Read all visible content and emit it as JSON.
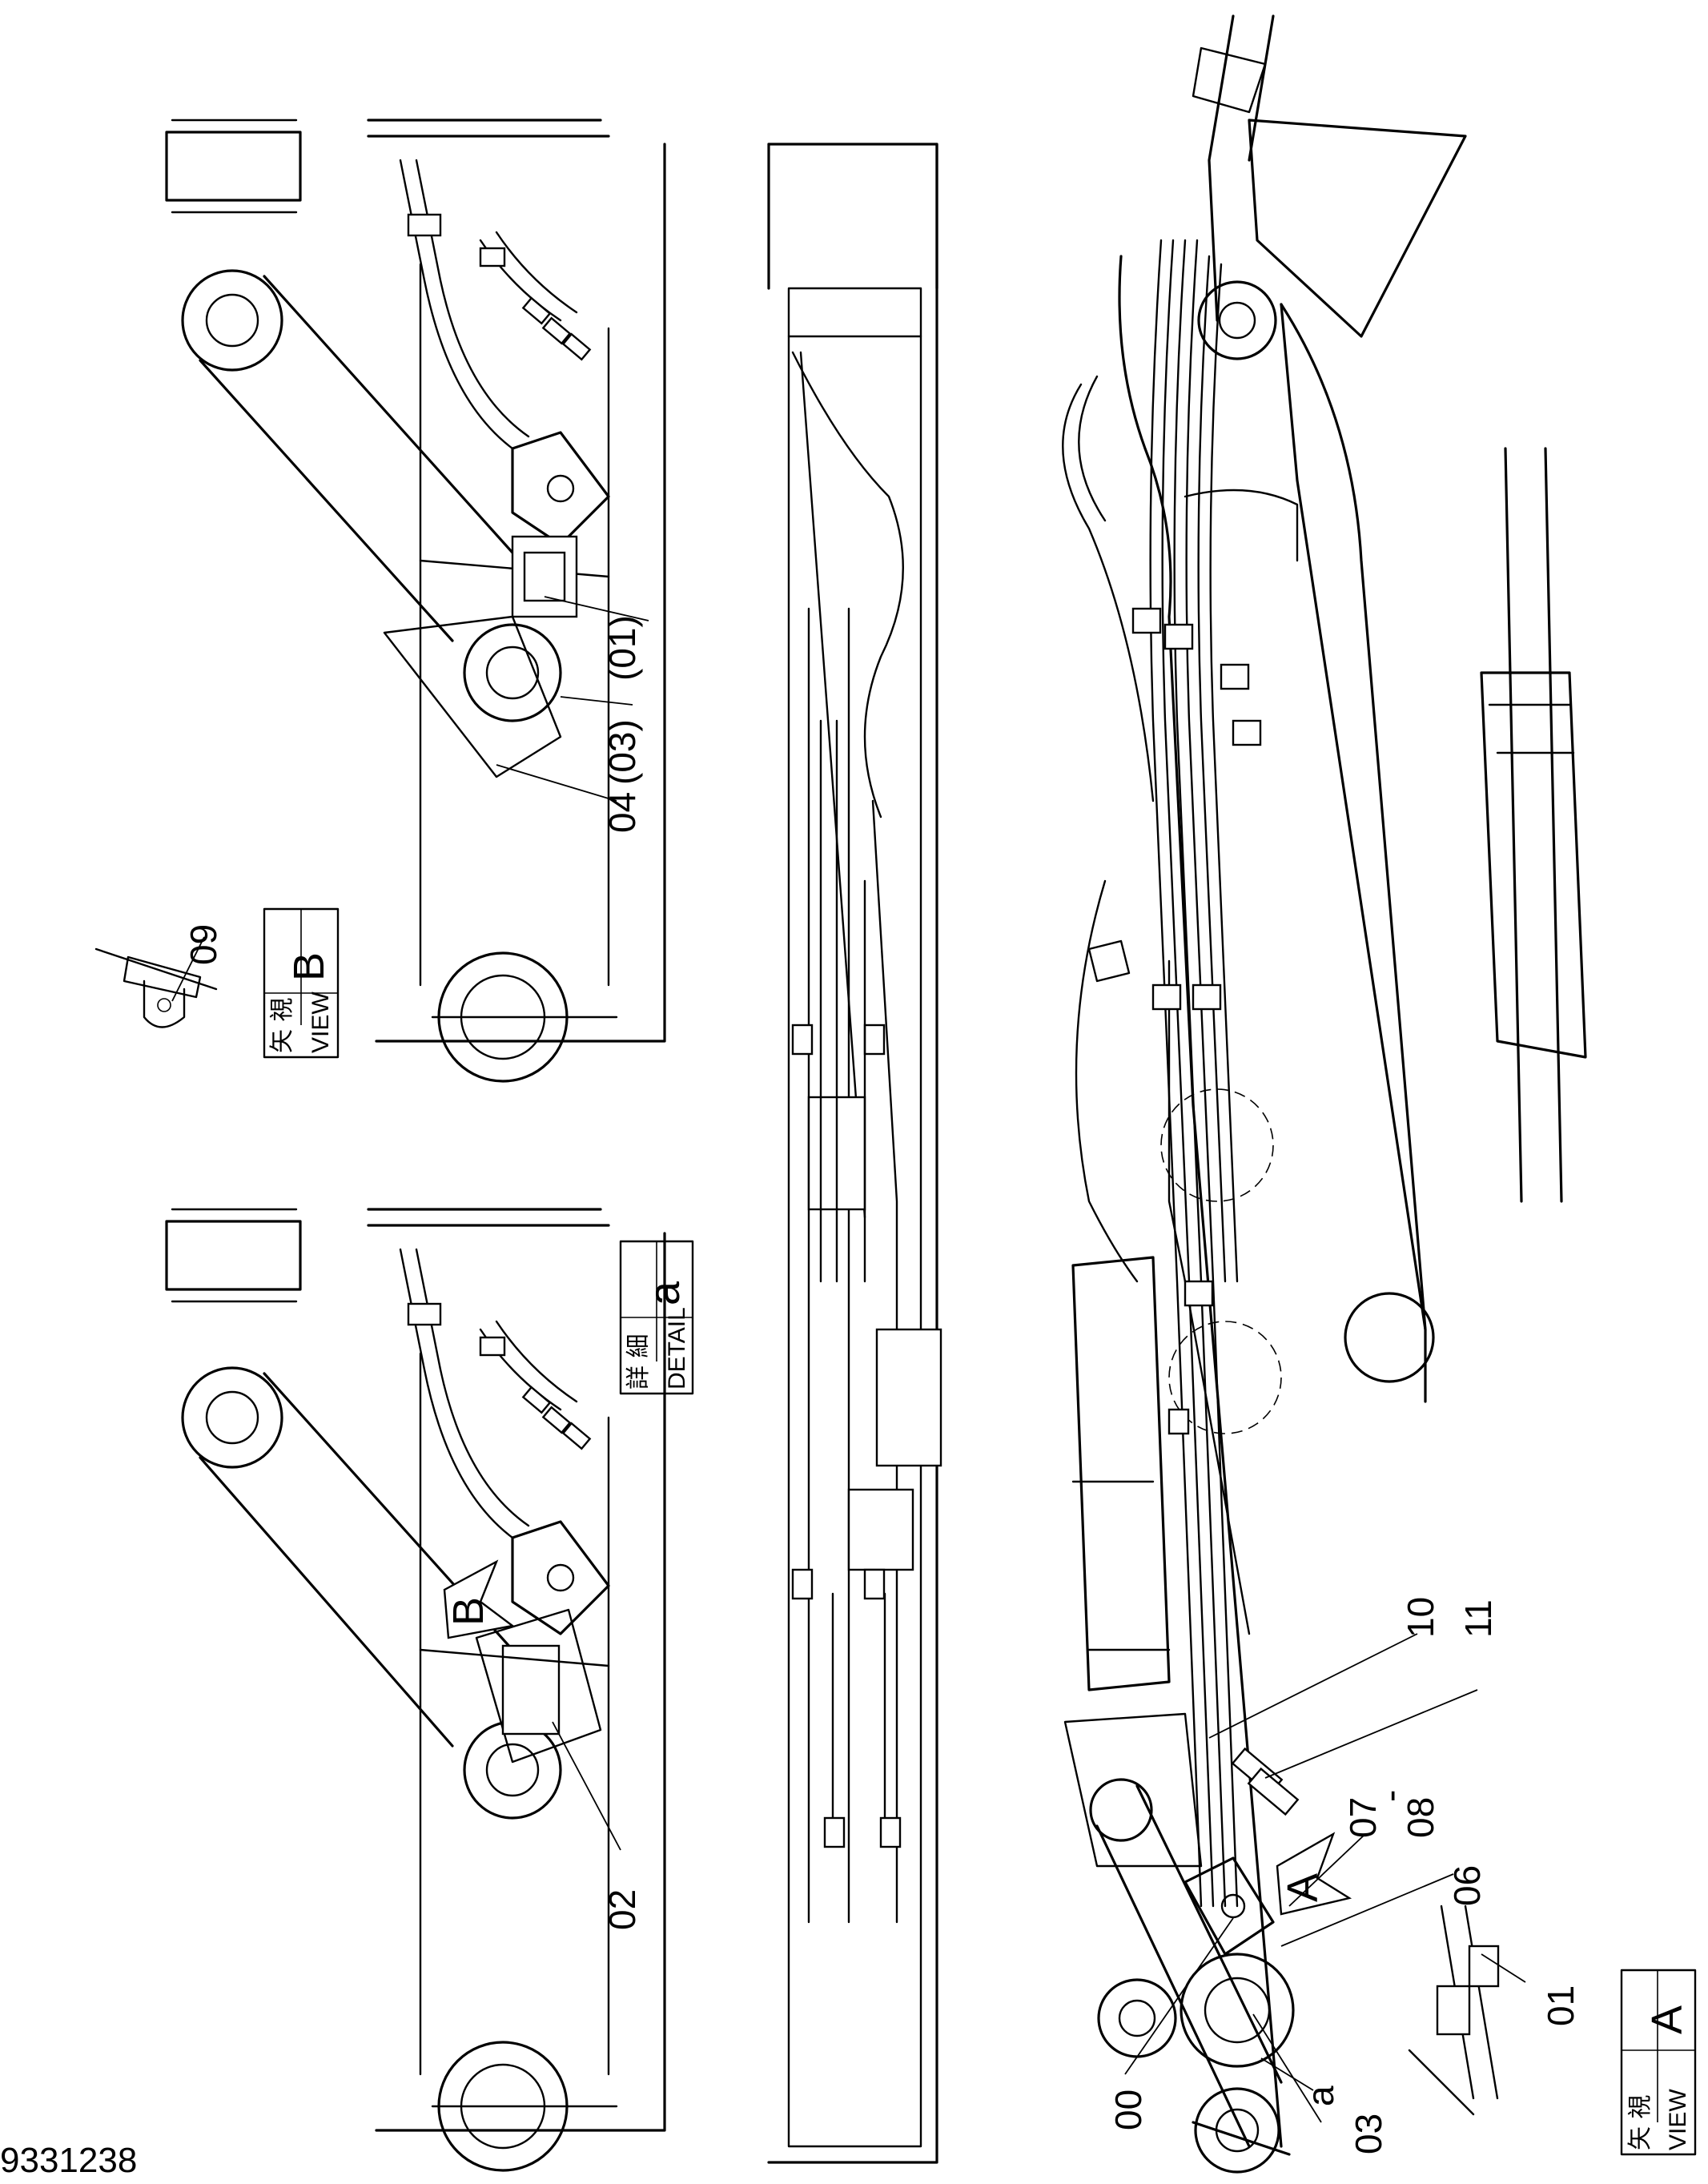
{
  "drawing_number": "9331238",
  "part_labels": {
    "p00": "00",
    "p01": "01",
    "p01_paren": "(01)",
    "p02": "02",
    "p03": "03",
    "p03_paren": "(03)",
    "p04": "04",
    "p06": "06",
    "p07": "07",
    "p07_dash": "-",
    "p08": "08",
    "p09": "09",
    "p10": "10",
    "p11": "11",
    "detail_ref": "a"
  },
  "view_boxes": {
    "view_a": {
      "kanji": "矢 視",
      "word": "VIEW",
      "letter": "A"
    },
    "view_b": {
      "kanji": "矢 視",
      "word": "VIEW",
      "letter": "B"
    },
    "detail_a": {
      "kanji": "詳 細",
      "word": "DETAIL",
      "letter": "a"
    }
  },
  "arrow_markers": {
    "arrow_a": "A",
    "arrow_b": "B"
  }
}
